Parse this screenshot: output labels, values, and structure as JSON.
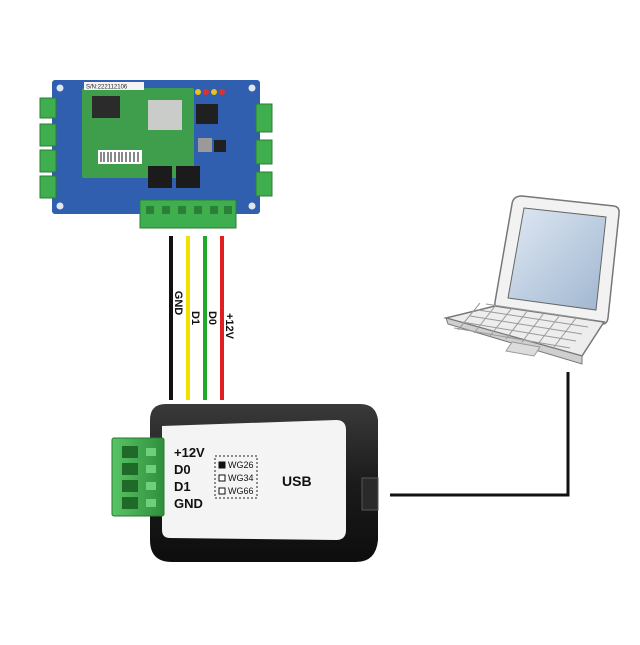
{
  "board": {
    "serial_label": "S/N:222112106"
  },
  "wires": [
    {
      "label": "GND",
      "color": "#111111"
    },
    {
      "label": "D1",
      "color": "#f2e000"
    },
    {
      "label": "D0",
      "color": "#1faa2c"
    },
    {
      "label": "+12V",
      "color": "#e02020"
    }
  ],
  "converter": {
    "terminal_labels": [
      "+12V",
      "D0",
      "D1",
      "GND"
    ],
    "modes": [
      {
        "label": "WG26",
        "selected": true
      },
      {
        "label": "WG34",
        "selected": false
      },
      {
        "label": "WG66",
        "selected": false
      }
    ],
    "usb_label": "USB"
  },
  "colors": {
    "pcb_blue": "#2f5fae",
    "pcb_green": "#3f9e4c",
    "terminal_green": "#3eae4e",
    "converter_body": "#1e1e1e",
    "converter_label": "#f4f4f4",
    "laptop_screen": "#b9cce0",
    "usb_cable": "#111111"
  },
  "icons": [
    "access-control-board-icon",
    "laptop-icon",
    "wiegand-usb-converter-icon"
  ]
}
